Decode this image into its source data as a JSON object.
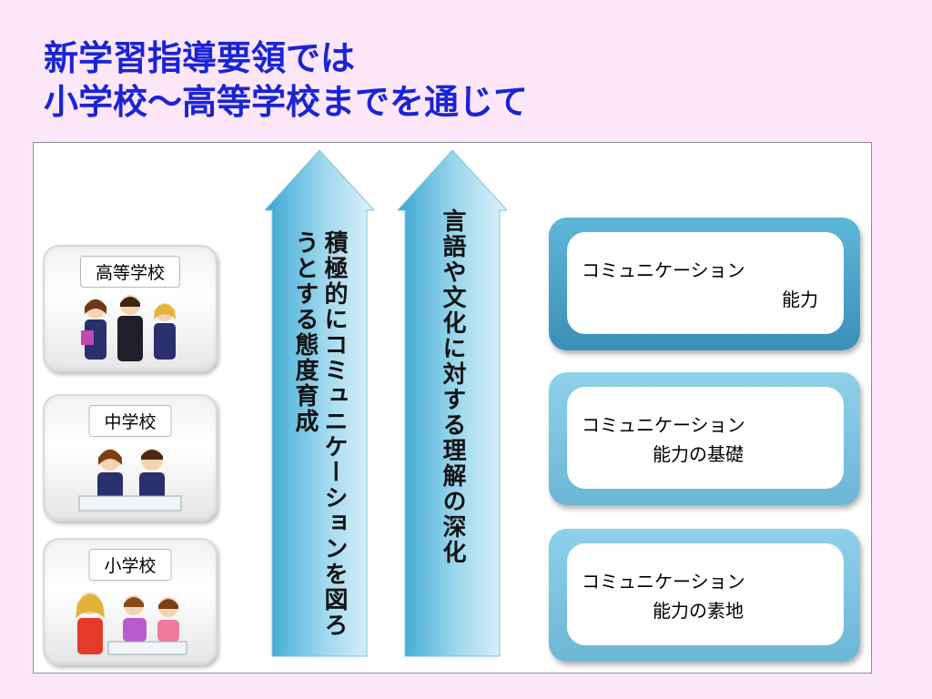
{
  "title": {
    "line1": "新学習指導要領では",
    "line2": "小学校～高等学校までを通じて"
  },
  "schools": [
    {
      "label": "高等学校"
    },
    {
      "label": "中学校"
    },
    {
      "label": "小学校"
    }
  ],
  "arrows": [
    {
      "text": "積極的にコミュニケーションを図ろうとする態度育成"
    },
    {
      "text": "言語や文化に対する理解の深化"
    }
  ],
  "abilities": [
    {
      "line1": "コミュニケーション",
      "line2": "能力"
    },
    {
      "line1": "コミュニケーション",
      "line2": "能力の基礎"
    },
    {
      "line1": "コミュニケーション",
      "line2": "能力の素地"
    }
  ],
  "colors": {
    "title": "#1a24d6",
    "background": "#fde6f8",
    "arrow": "#4fb3d9",
    "ability_frame": "#4aa3c9"
  }
}
